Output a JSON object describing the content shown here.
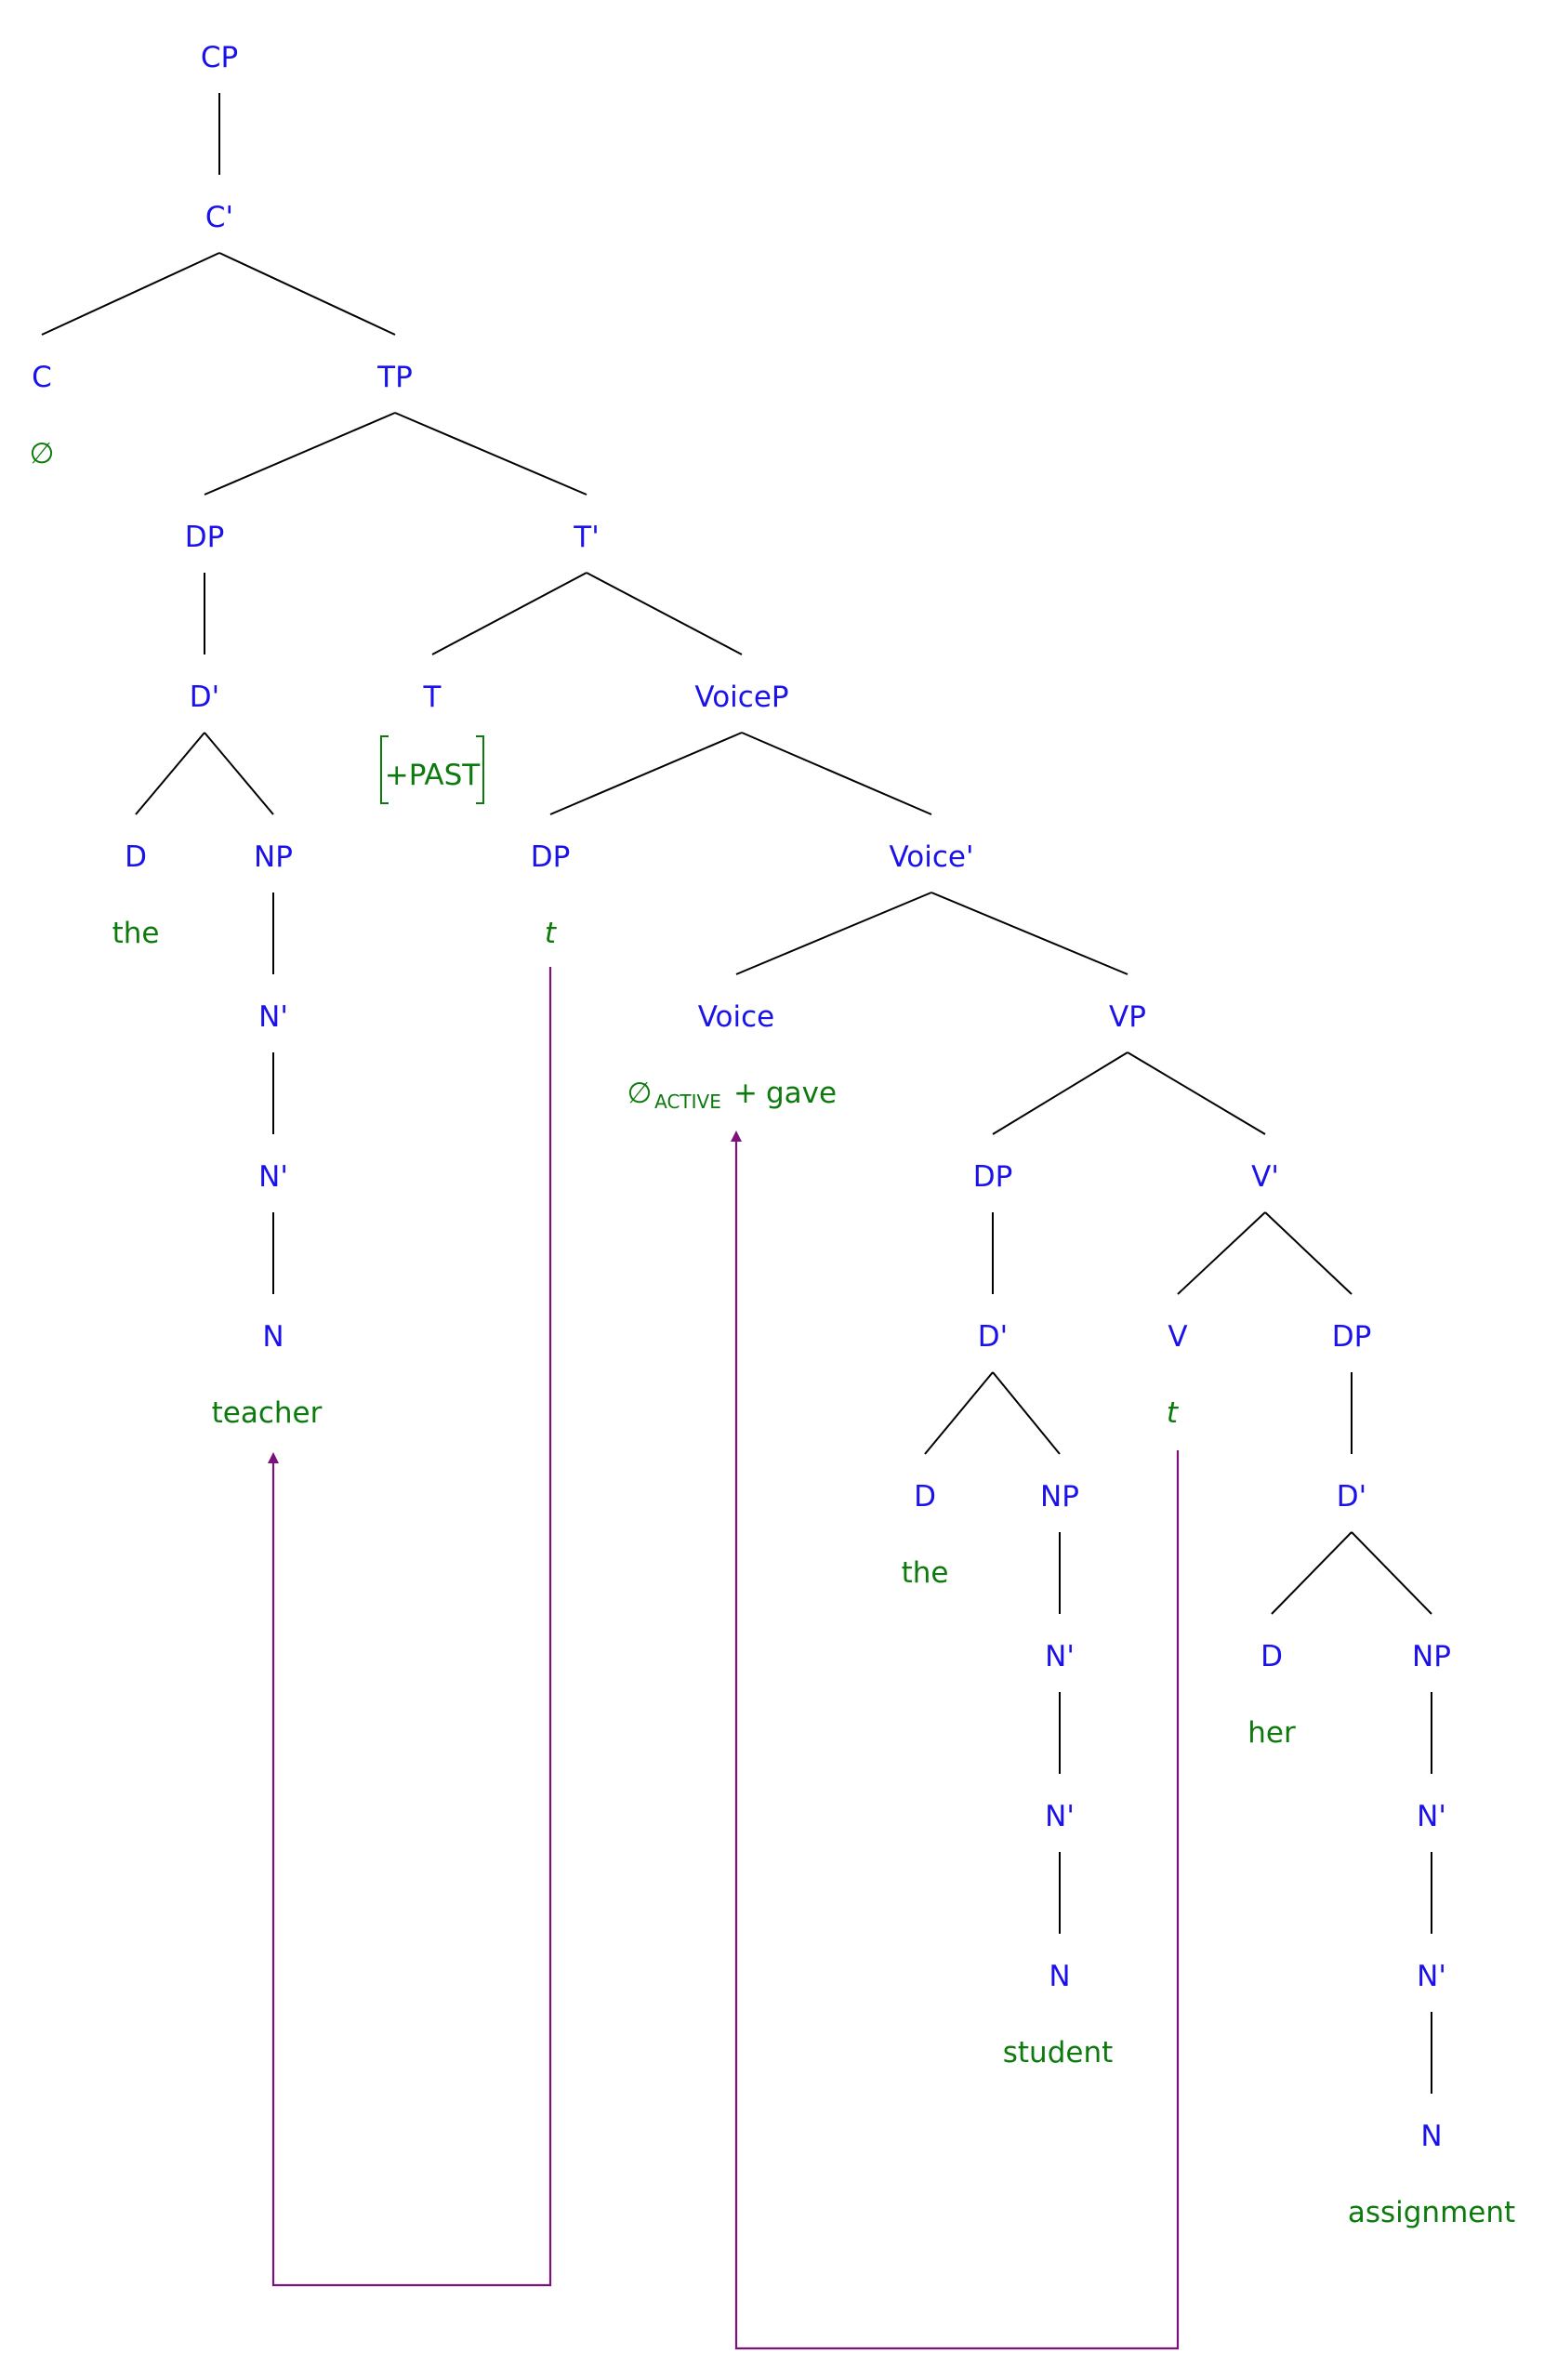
{
  "labels": {
    "cp": "CP",
    "c_bar": "C'",
    "c": "C",
    "tp": "TP",
    "dp_subj": "DP",
    "t_bar": "T'",
    "d_bar_subj": "D'",
    "t": "T",
    "voicep": "VoiceP",
    "d_subj": "D",
    "np_subj": "NP",
    "dp_spec_voice": "DP",
    "voice_bar": "Voice'",
    "n_bar_subj_1": "N'",
    "voice": "Voice",
    "vp": "VP",
    "n_bar_subj_2": "N'",
    "dp_spec_v": "DP",
    "v_bar": "V'",
    "n_subj": "N",
    "d_bar_io": "D'",
    "v": "V",
    "dp_do": "DP",
    "d_io": "D",
    "np_io": "NP",
    "d_bar_do": "D'",
    "n_bar_io_1": "N'",
    "d_do": "D",
    "np_do": "NP",
    "n_bar_io_2": "N'",
    "n_bar_do_1": "N'",
    "n_io": "N",
    "n_bar_do_2": "N'",
    "n_do": "N"
  },
  "words": {
    "c_null": "∅",
    "t_feature": "+PAST",
    "d_subj": "the",
    "trace_dp": "t",
    "voice_null": "∅",
    "voice_sub": "ACTIVE",
    "voice_plus": "+",
    "voice_verb": "gave",
    "n_subj": "teacher",
    "trace_v": "t",
    "d_io": "the",
    "d_do": "her",
    "n_io": "student",
    "n_do": "assignment"
  },
  "colors": {
    "category": "#1a12e8",
    "terminal": "#0d7a0d",
    "movement_arrow": "#7b117b",
    "edge": "#000000"
  }
}
